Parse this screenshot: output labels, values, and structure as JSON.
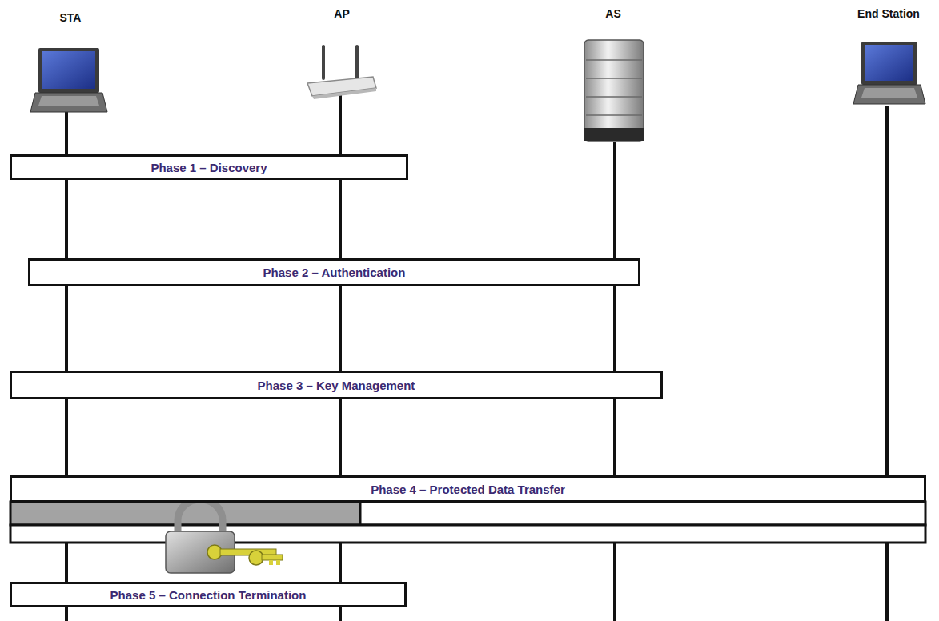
{
  "diagram": {
    "nodes": [
      {
        "text": [
          "Phase 1 – Discovery"
        ]
      },
      {
        "text": [
          "Phase 2 – Authentication"
        ]
      },
      {
        "text": [
          "Phase 3 – Key Management"
        ]
      },
      {
        "text": [
          "Phase 4 – Protected Data Transfer"
        ]
      },
      {
        "text": [
          "Phase 5 – Connection Termination"
        ]
      }
    ],
    "labels": [
      "STA",
      "AP",
      "AS",
      "End Station"
    ]
  }
}
